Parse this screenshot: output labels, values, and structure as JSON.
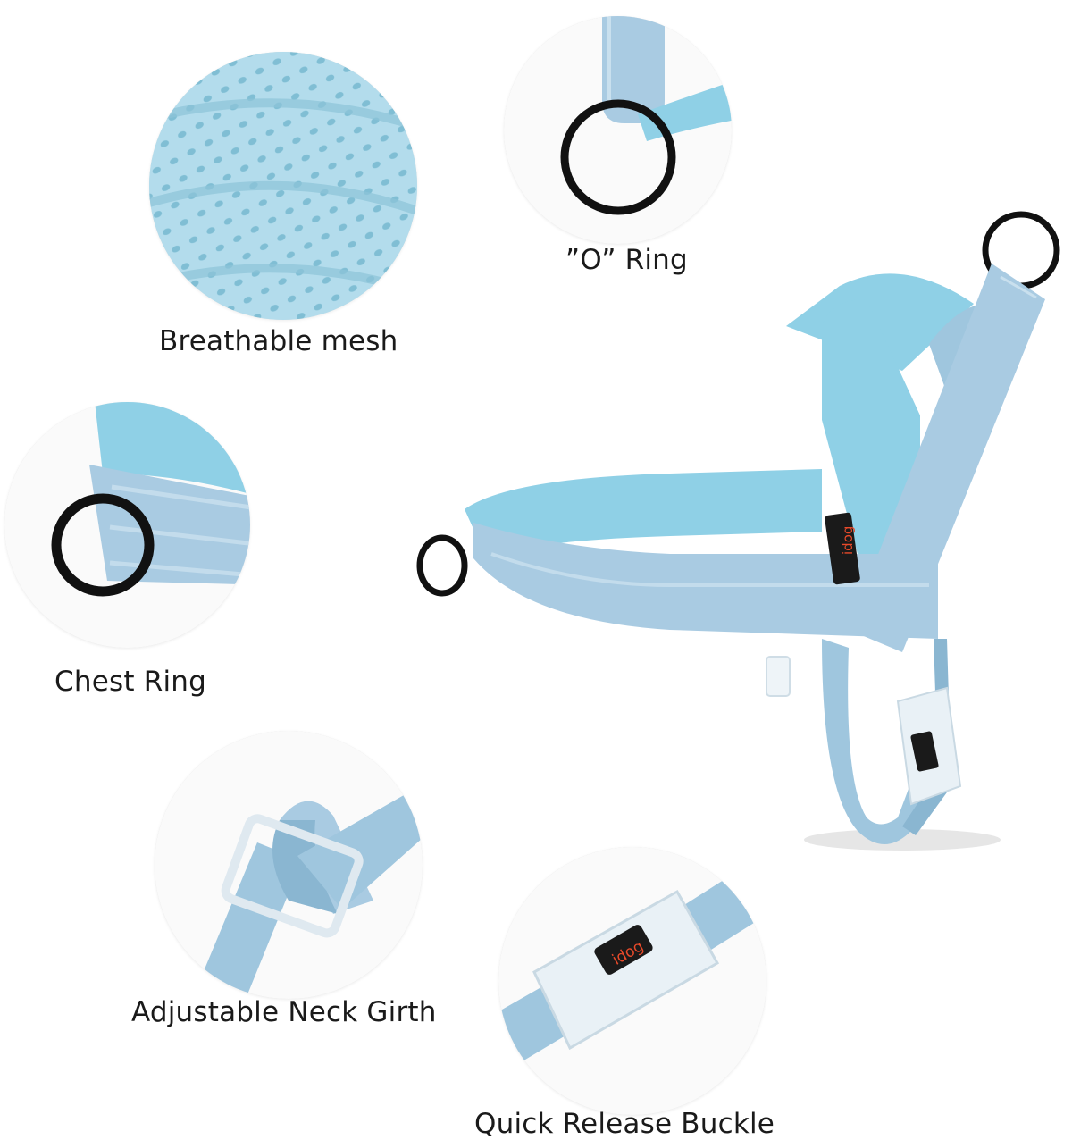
{
  "captions": {
    "mesh": "Breathable mesh",
    "o_ring": "”O” Ring",
    "chest_ring": "Chest Ring",
    "neck_girth": "Adjustable Neck Girth",
    "buckle": "Quick Release Buckle"
  },
  "brand_tag": "idog",
  "colors": {
    "strap": "#9fc6de",
    "mesh": "#8fd0e6",
    "ring": "#111111",
    "tag": "#1a1a1a",
    "tag_text": "#e84a2a"
  }
}
